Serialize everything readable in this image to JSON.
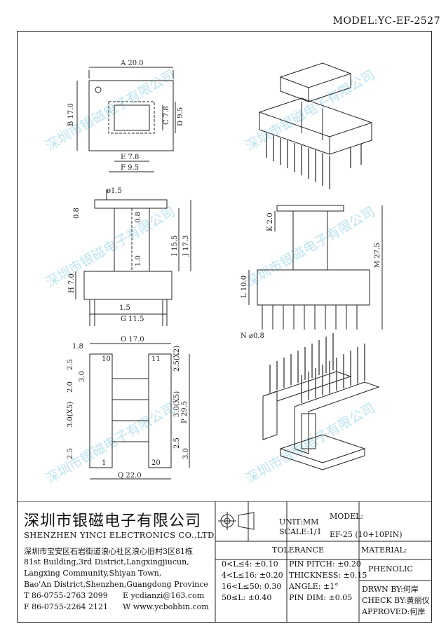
{
  "header": {
    "model_title": "MODEL:YC-EF-2527"
  },
  "watermark": {
    "text": "深圳市银磁电子有限公司"
  },
  "dimensions": {
    "top_view": {
      "a": "A 20.0",
      "b": "B 17.0",
      "c": "C 7.8",
      "d": "D 9.5",
      "e": "E 7.8",
      "f": "F 9.5"
    },
    "front_view": {
      "pin_dia": "ø1.5",
      "top_thick": "0.8",
      "inner_top": "0.8",
      "i": "I 15.5",
      "j": "J 17.3",
      "flange": "1.0",
      "h": "H 7.0",
      "pin_off": "1.5",
      "g": "G 11.5"
    },
    "side_view": {
      "k": "K 2.0",
      "m": "M 27.5",
      "l": "L 10.0",
      "n": "N ø0.8"
    },
    "bottom_view": {
      "left_margin": "1.8",
      "o": "O 17.0",
      "q": "Q 22.0",
      "p": "P 29.5",
      "pitch_a": "2.5",
      "pitch_b": "3.0",
      "pitch_c": "2.0",
      "pitch_d": "3.0(X5)",
      "pitch_e": "2.5",
      "pin_10": "10",
      "pin_1": "1",
      "pin_11": "11",
      "pin_20": "20",
      "r_pitch_a": "2.5(X2)",
      "r_pitch_b": "3.0(X5)",
      "r_pitch_c": "2.5",
      "r_pitch_d": "3.0"
    }
  },
  "title_block": {
    "company_cn": "深圳市银磁电子有限公司",
    "company_en": "SHENZHEN YINCI ELECTRONICS CO.,LTD.",
    "address_cn": "深圳市宝安区石岩街道浪心社区浪心旧村3区81栋",
    "address_en_1": "81st Building,3rd District,Langxingjiucun,",
    "address_en_2": "Langxing Community,Shiyan Town,",
    "address_en_3": "Bao'An District,Shenzhen,Guangdong Province",
    "tel": "T 86-0755-2763 2099",
    "fax": "F 86-0755-2264 2121",
    "email": "E ycdianzi@163.com",
    "web": "W www.ycbobbin.com",
    "unit": "UNIT:MM",
    "scale": "SCALE:1/1",
    "model_label": "MODEL:",
    "model_value": "EF-25 (10+10PIN)",
    "tolerance_label": "TOLERANCE",
    "tol_1": "0<L≤4: ±0.10",
    "tol_2": "4<L≤16: ±0.20",
    "tol_3": "16<L≤50: 0.30",
    "tol_4": "50≤L: ±0.40",
    "tol_pin_pitch": "PIN PITCH: ±0.20",
    "tol_thickness": "THICKNESS: ±0.15",
    "tol_angle": "ANGLE: ±1°",
    "tol_pin_dim": "PIN DIM: ±0.05",
    "material_label": "MATERIAL:",
    "material_value": "PHENOLIC",
    "drawn_by": "DRWN BY:何岸",
    "check_by": "CHECK BY:黄丽仪",
    "approved": "APPROVED:何岸"
  }
}
